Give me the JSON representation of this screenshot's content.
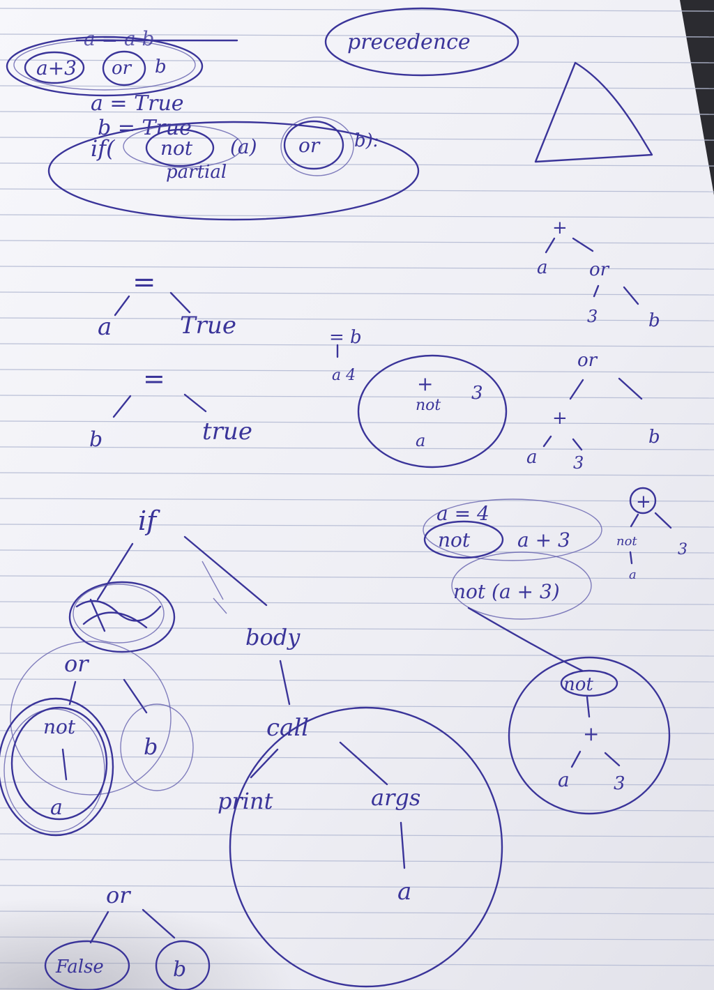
{
  "photo": {
    "subject": "handwritten-notes-page",
    "ink_color": "#3a3499",
    "paper_color": "#f6f6f9",
    "rule_color": "#b9bfd6"
  },
  "notes": {
    "top_expr_struck": "a = a b",
    "top_expr_a3": "a+3",
    "top_expr_or": "or",
    "top_expr_b": "b",
    "assign_a": "a = True",
    "assign_b": "b = True",
    "if_prefix": "if(",
    "if_not": "not",
    "if_a": "(a)",
    "if_or": "or",
    "if_b": "b):",
    "partial": "partial",
    "precedence": "precedence",
    "tree1_root": "=",
    "tree1_left": "a",
    "tree1_right": "True",
    "tree2_root": "=",
    "tree2_left": "b",
    "tree2_right": "true",
    "mid_a": "= b",
    "mid_b": "a 4",
    "circle_plus": "+",
    "circle_not": "not",
    "circle_3": "3",
    "circle_a": "a",
    "rtree1_root": "+",
    "rtree1_a": "a",
    "rtree1_or": "or",
    "rtree1_3": "3",
    "rtree1_b": "b",
    "rtree2_or": "or",
    "rtree2_plus": "+",
    "rtree2_b": "b",
    "rtree2_a": "a",
    "rtree2_3": "3",
    "expr_a4": "a = 4",
    "expr_not": "not",
    "expr_a3": "a + 3",
    "expr_not_paren": "not (a + 3)",
    "rtree3_plus": "+",
    "rtree3_not": "not",
    "rtree3_3": "3",
    "rtree3_a": "a",
    "not_tree_not": "not",
    "not_tree_plus": "+",
    "not_tree_a": "a",
    "not_tree_3": "3",
    "if_tree_root": "if",
    "if_tree_body": "body",
    "if_tree_call": "call",
    "if_tree_print": "print",
    "if_tree_args": "args",
    "if_tree_a": "a",
    "left_or": "or",
    "left_not": "not",
    "left_b": "b",
    "left_a": "a",
    "bottom_or": "or",
    "bottom_false": "False",
    "bottom_b": "b"
  }
}
